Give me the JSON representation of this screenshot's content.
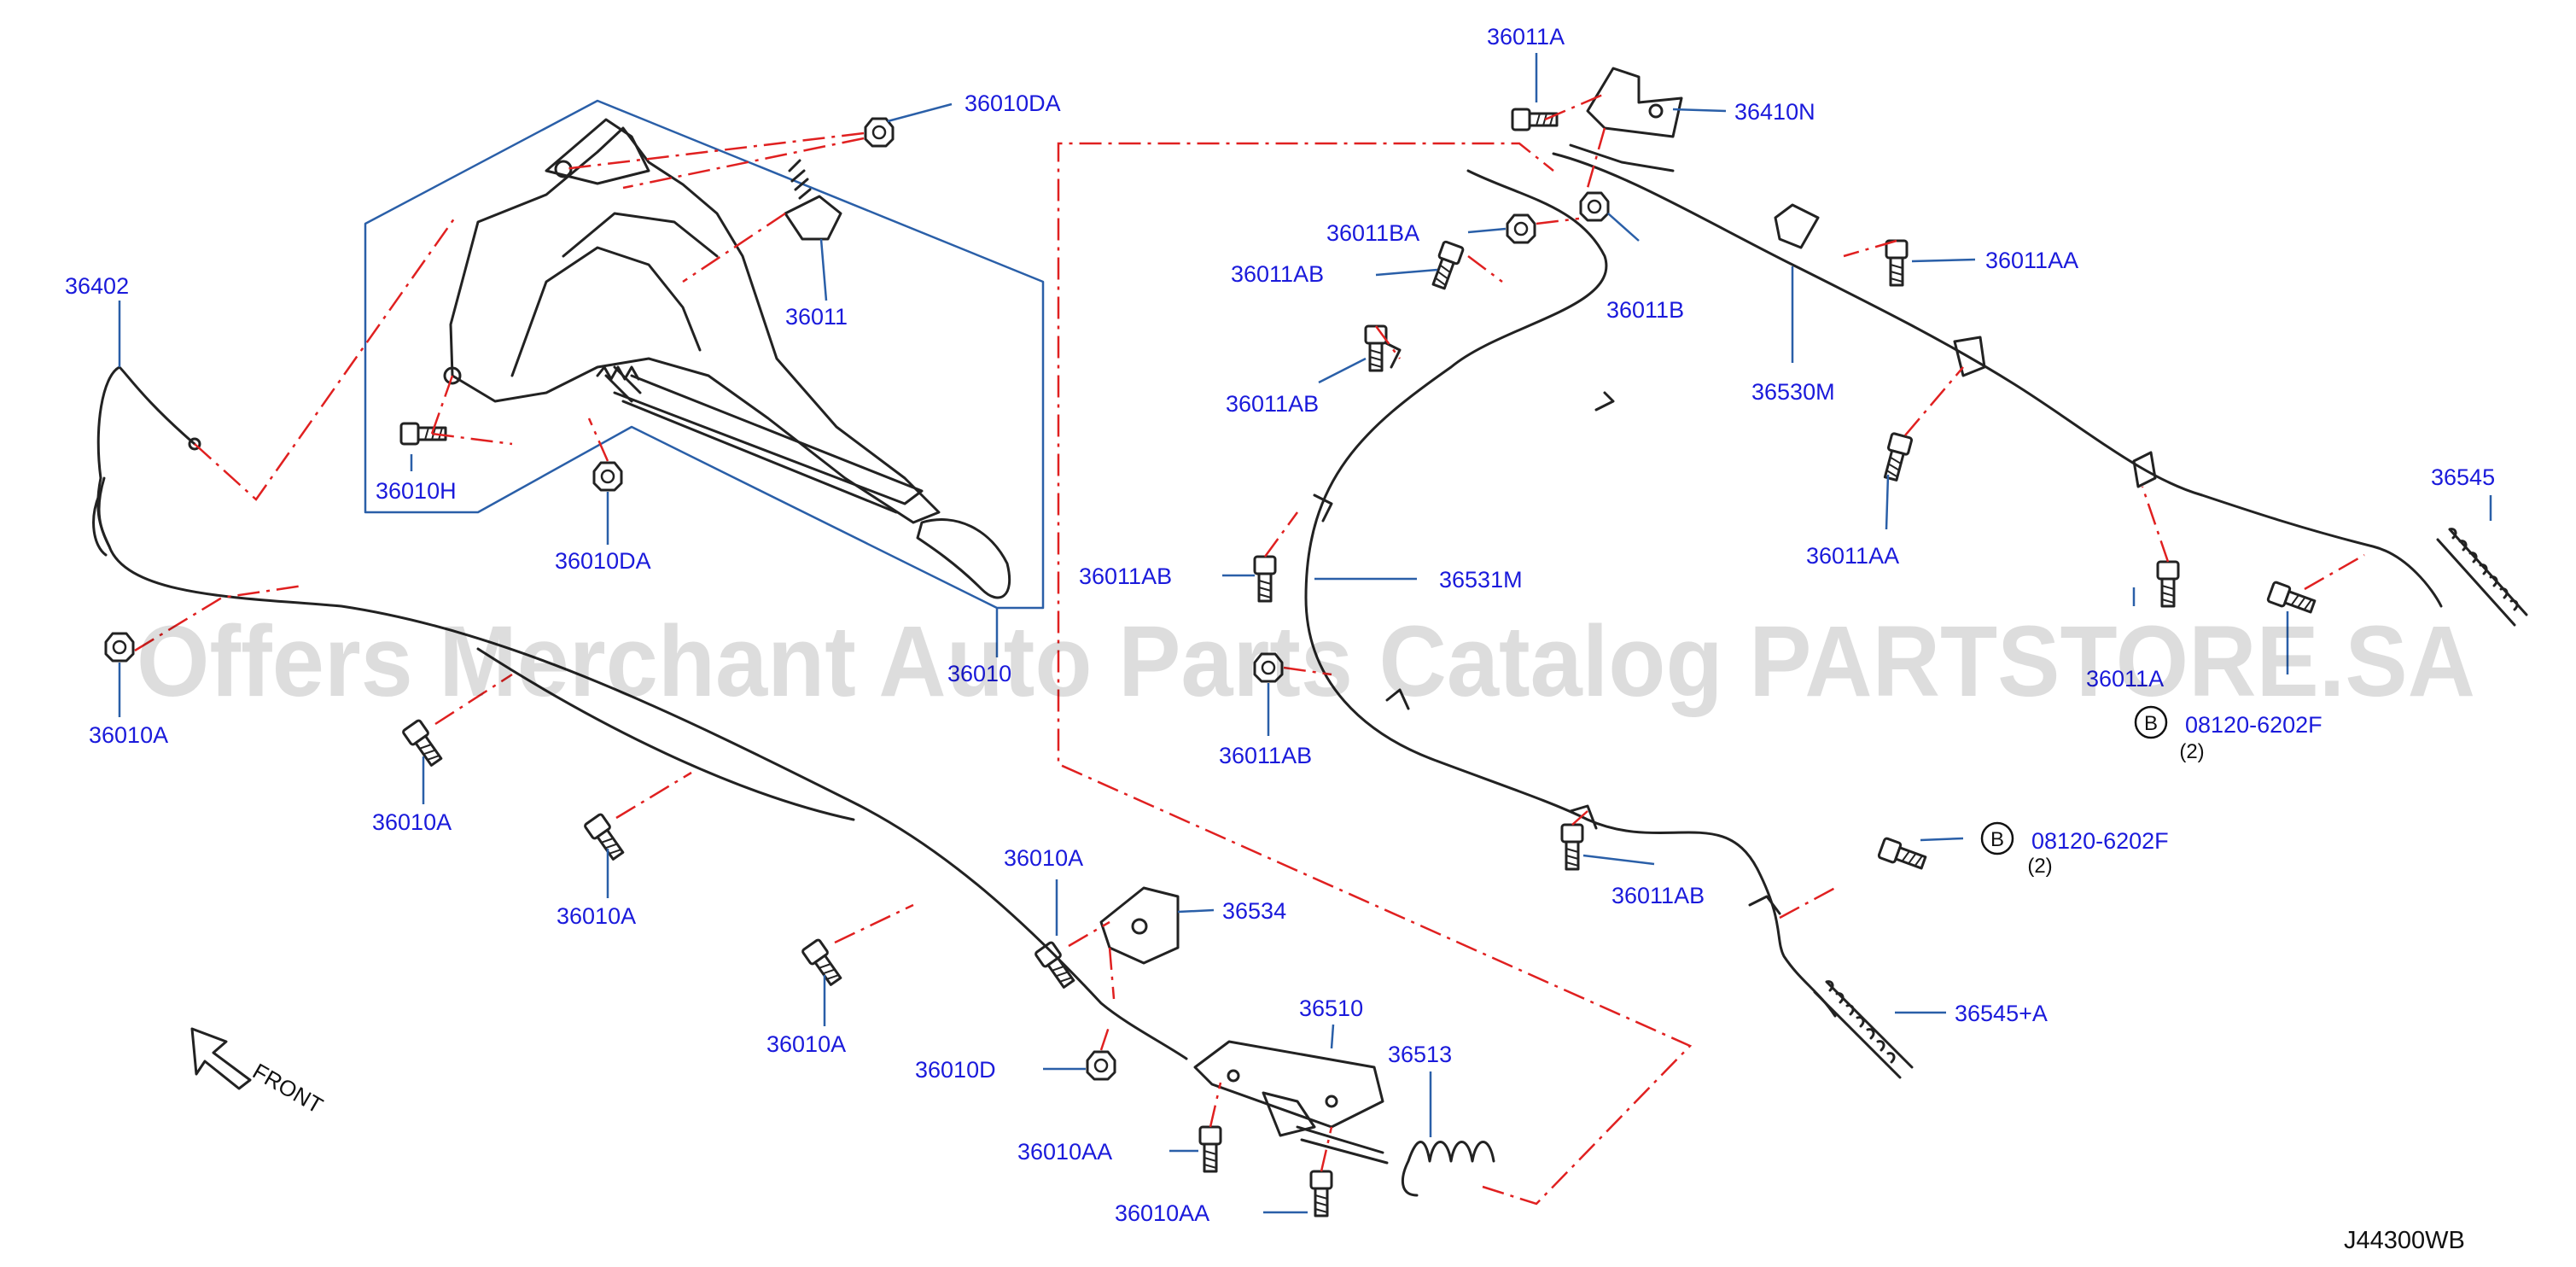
{
  "diagram": {
    "drawing_code": "J44300WB",
    "watermark": "Offers Merchant Auto Parts Catalog PARTSTORE.SA",
    "front_label": "FRONT",
    "colors": {
      "part_label": "#1a1adb",
      "leader": "#2a5fa8",
      "dash_chain": "#e02020",
      "line_art": "#222222"
    },
    "parts": [
      {
        "id": "p-36010DA-top",
        "label": "36010DA"
      },
      {
        "id": "p-36011-pedal",
        "label": "36011"
      },
      {
        "id": "p-36402",
        "label": "36402"
      },
      {
        "id": "p-36010H",
        "label": "36010H"
      },
      {
        "id": "p-36010DA-low",
        "label": "36010DA"
      },
      {
        "id": "p-36010-ass",
        "label": "36010"
      },
      {
        "id": "p-36010A-1",
        "label": "36010A"
      },
      {
        "id": "p-36010A-2",
        "label": "36010A"
      },
      {
        "id": "p-36010A-3",
        "label": "36010A"
      },
      {
        "id": "p-36010A-4",
        "label": "36010A"
      },
      {
        "id": "p-36010A-5",
        "label": "36010A"
      },
      {
        "id": "p-36534",
        "label": "36534"
      },
      {
        "id": "p-36010D",
        "label": "36010D"
      },
      {
        "id": "p-36510",
        "label": "36510"
      },
      {
        "id": "p-36513",
        "label": "36513"
      },
      {
        "id": "p-36010AA-1",
        "label": "36010AA"
      },
      {
        "id": "p-36010AA-2",
        "label": "36010AA"
      },
      {
        "id": "p-36011A",
        "label": "36011A"
      },
      {
        "id": "p-36410N",
        "label": "36410N"
      },
      {
        "id": "p-36011BA",
        "label": "36011BA"
      },
      {
        "id": "p-36011AB-1",
        "label": "36011AB"
      },
      {
        "id": "p-36011AB-2",
        "label": "36011AB"
      },
      {
        "id": "p-36011B",
        "label": "36011B"
      },
      {
        "id": "p-36011AA-1",
        "label": "36011AA"
      },
      {
        "id": "p-36530M",
        "label": "36530M"
      },
      {
        "id": "p-36011AB-3",
        "label": "36011AB"
      },
      {
        "id": "p-36531M",
        "label": "36531M"
      },
      {
        "id": "p-36011AA-2",
        "label": "36011AA"
      },
      {
        "id": "p-36545",
        "label": "36545"
      },
      {
        "id": "p-36011AB-4",
        "label": "36011AB"
      },
      {
        "id": "p-36011A-r",
        "label": "36011A"
      },
      {
        "id": "p-36011AB-5",
        "label": "36011AB"
      },
      {
        "id": "p-08120-1",
        "label": "08120-6202F"
      },
      {
        "id": "p-08120-2",
        "label": "08120-6202F"
      },
      {
        "id": "p-36545A",
        "label": "36545+A"
      }
    ],
    "callouts": [
      {
        "id": "b-1",
        "symbol": "B",
        "qty": "(2)"
      },
      {
        "id": "b-2",
        "symbol": "B",
        "qty": "(2)"
      }
    ]
  }
}
